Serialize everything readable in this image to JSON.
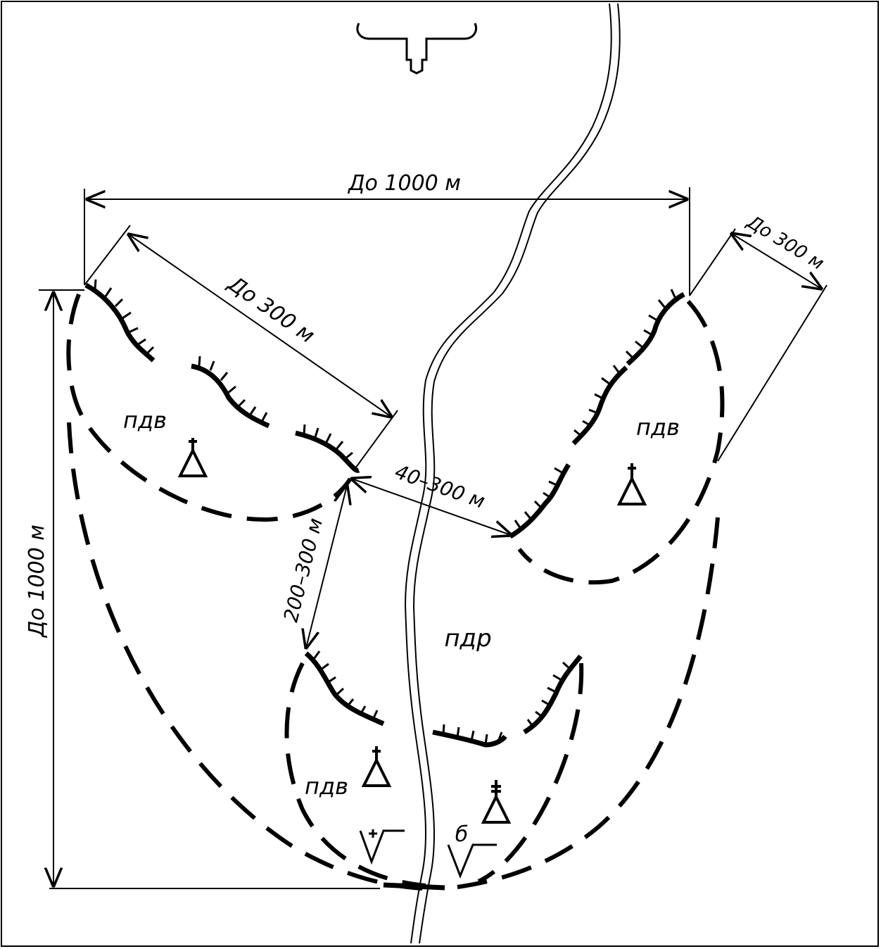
{
  "dimensions": {
    "overall_width": "До 1000 м",
    "overall_depth": "До 1000 м",
    "strongpoint_left_front": "До 300 м",
    "strongpoint_right_front": "До 300 м",
    "gap_between_strongpoints": "40–300 м",
    "depth_to_second_line": "200–300 м"
  },
  "areas": {
    "left_platoon": "пдв",
    "right_platoon": "пдв",
    "rear_platoon": "пдв",
    "company": "пдр",
    "battalion_mark": "б"
  },
  "colors": {
    "ink": "#000000",
    "paper": "#ffffff"
  }
}
